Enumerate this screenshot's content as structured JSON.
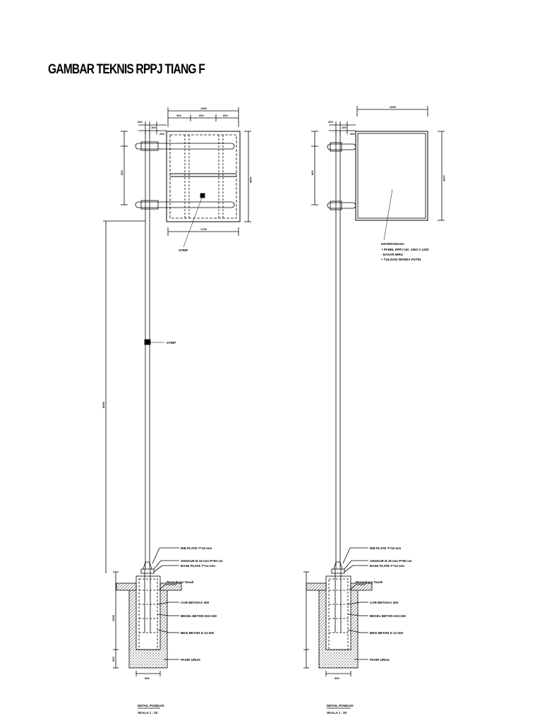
{
  "title": "GAMBAR TEKNIS RPPJ TIANG F",
  "left_view": {
    "label_stiffener_top": "STRIP",
    "label_stiffener_pole": "STRIP",
    "dim_width_total": "1900",
    "dim_sub_1": "300",
    "dim_sub_2": "600",
    "dim_sub_3": "600",
    "dim_bottom": "1700",
    "dim_pole_height": "6000",
    "dim_panel_height": "1400",
    "dim_bracket_gap": "600",
    "dim_small_a": "200",
    "dim_small_b": "100",
    "dim_small_c": "200"
  },
  "right_view": {
    "dim_width_total": "1500",
    "dim_panel_height": "1400",
    "dim_bracket_gap": "600",
    "dim_small_a": "200",
    "dim_small_b": "100",
    "dim_small_c": "200",
    "notes_title": "KETERANGAN :",
    "notes": [
      "+ PANEL RPPJ UK. 1500 X 1200",
      "- DASAR BIRU",
      "+ TULISAN WARNA PUTIH"
    ]
  },
  "foundation": {
    "rib_plate": "RIB PLATE T=10 mm",
    "angkur": "ANGKUR Ø 19 mm P=60 cm",
    "base_plate": "BASE PLATE T=12 mm",
    "ground": "Permukaan Tanah",
    "cor_beton": "COR BETON K 300",
    "begel": "BEGEL BETON D10-150",
    "besi_beton": "BESI BETON D 12-200",
    "pasir": "PASIR URUG",
    "dim_width": "600",
    "dim_depth_1": "1000",
    "dim_depth_2": "200",
    "detail_title": "DETAIL PONDASI",
    "detail_scale": "SKALA 1 : 20"
  },
  "foundation_right": {
    "rib_plate": "RIB PLATE T=10 mm",
    "angkur": "ANGKUR Ø 19 mm P=60 cm",
    "base_plate": "BASE PLATE T=12 mm",
    "ground": "Permukaan Tanah",
    "cor_beton": "COR BETON K 300",
    "begel": "BEGEL BETON D10-150",
    "besi_beton": "BESI BETON D 12-200",
    "pasir": "PASIR URUG",
    "dim_width": "600",
    "detail_title": "DETAIL PONDASI",
    "detail_scale": "SKALA 1 : 20"
  }
}
